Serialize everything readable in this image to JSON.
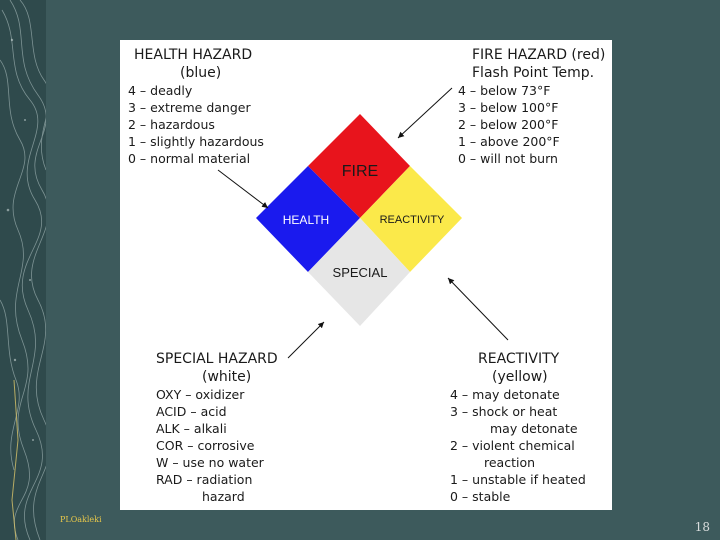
{
  "health": {
    "title": "HEALTH HAZARD",
    "color": "(blue)",
    "items": [
      "4 – deadly",
      "3 – extreme danger",
      "2 – hazardous",
      "1 – slightly hazardous",
      "0 – normal material"
    ]
  },
  "fire": {
    "title": "FIRE HAZARD (red)",
    "subtitle": "Flash Point Temp.",
    "items": [
      "4 – below 73°F",
      "3 – below 100°F",
      "2 – below 200°F",
      "1 – above 200°F",
      "0 – will not burn"
    ]
  },
  "special": {
    "title": "SPECIAL HAZARD",
    "color": "(white)",
    "items": [
      "OXY – oxidizer",
      "ACID – acid",
      "ALK – alkali",
      "COR – corrosive",
      "W – use no water",
      "RAD – radiation",
      "hazard"
    ]
  },
  "reactivity": {
    "title": "REACTIVITY",
    "color": "(yellow)",
    "items": [
      "4 – may detonate",
      "3 – shock or heat",
      "may detonate",
      "2 – violent chemical",
      "reaction",
      "1 – unstable if heated",
      "0 – stable"
    ]
  },
  "diamond": {
    "fire_label": "FIRE",
    "health_label": "HEALTH",
    "reactivity_label": "REACTIVITY",
    "special_label": "SPECIAL",
    "colors": {
      "fire": "#e8141c",
      "health": "#1a1aee",
      "reactivity": "#fbe94a",
      "special": "#e6e6e6"
    }
  },
  "footer": {
    "left_text": "PLOakleki",
    "page_number": "18"
  }
}
